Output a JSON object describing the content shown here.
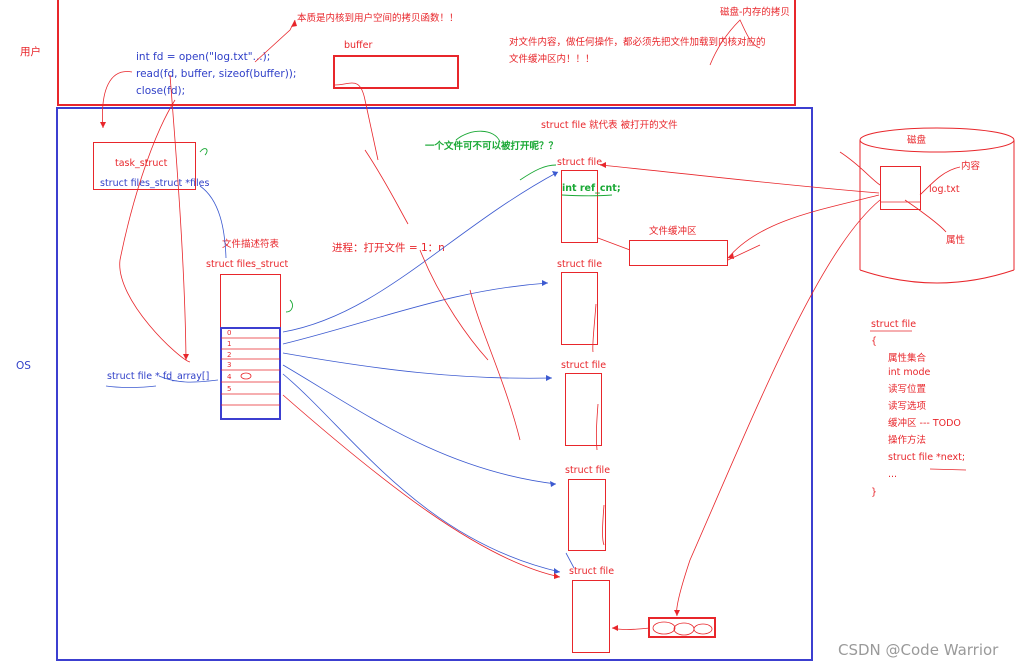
{
  "user_label": "用户",
  "os_label": "OS",
  "code_lines": [
    "int fd = open(\"log.txt\"...);",
    "read(fd, buffer, sizeof(buffer));",
    "close(fd);"
  ],
  "kernel_copy_note": "本质是内核到用户空间的拷贝函数！！",
  "buffer_label": "buffer",
  "disk_memory_copy_note": "磁盘-内存的拷贝",
  "file_op_note": [
    "对文件内容，做任何操作，都必须先把文件加载到内核对应的",
    "文件缓冲区内！！！"
  ],
  "struct_file_represents": "struct file 就代表   被打开的文件",
  "can_file_open_multiple": "一个文件可不可以被打开呢？？",
  "task_struct": "task_struct",
  "files_ptr": "struct files_struct *files",
  "fd_table_caption": "文件描述符表",
  "files_struct_label": "struct files_struct",
  "process_open_note": "进程：打开文件 = 1：n",
  "fd_array_label": "struct file * fd_array[]",
  "fd_indices": [
    "0",
    "1",
    "2",
    "3",
    "4",
    "5"
  ],
  "struct_file_labels": [
    "struct file",
    "struct file",
    "struct file",
    "struct file",
    "struct file"
  ],
  "ref_cnt_label": "int ref_cnt;",
  "file_buffer_label": "文件缓冲区",
  "disk": {
    "title": "磁盘",
    "file": "log.txt",
    "content": "内容",
    "attr": "属性"
  },
  "struct_def": {
    "header": "struct file",
    "open_brace": "{",
    "fields": [
      "属性集合",
      "int mode",
      "读写位置",
      "读写选项",
      "缓冲区 --- TODO",
      "操作方法",
      "struct file *next;",
      "..."
    ],
    "close_brace": "}"
  },
  "watermark": "CSDN @Code Warrior"
}
